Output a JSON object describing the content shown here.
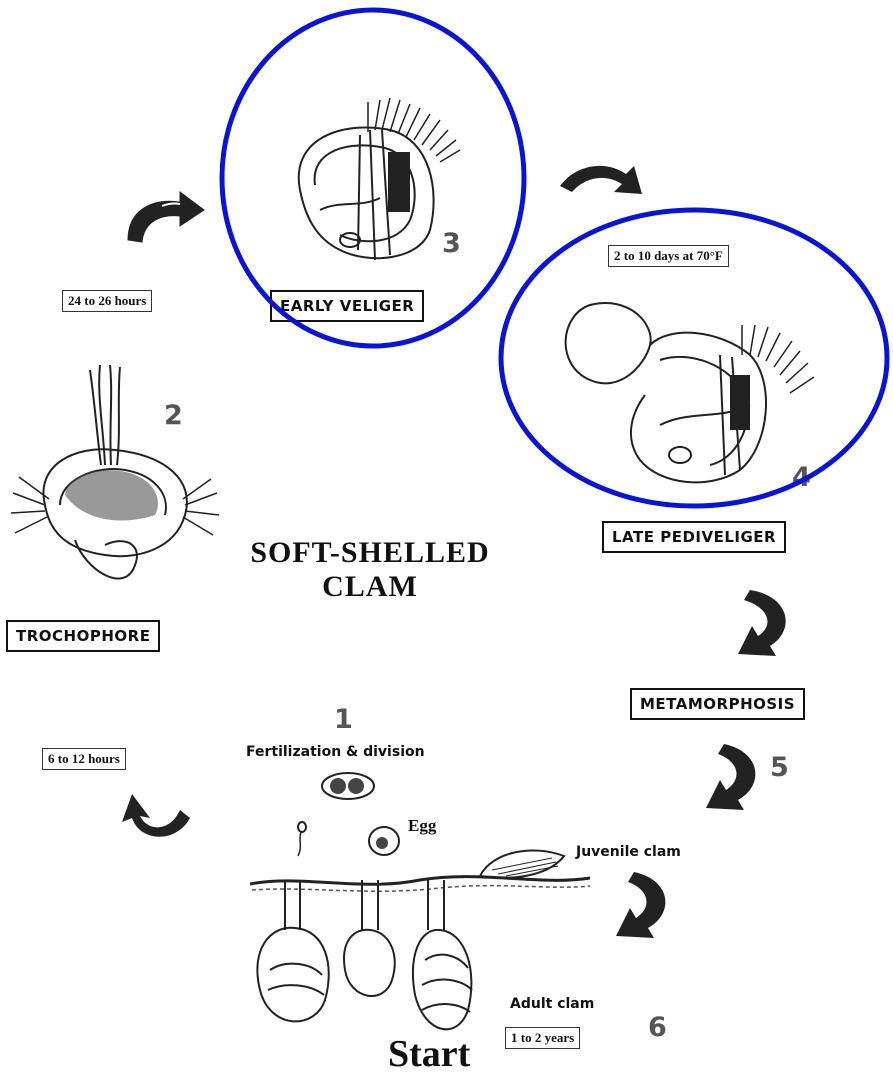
{
  "title_line1": "SOFT-SHELLED",
  "title_line2": "CLAM",
  "start_label": "Start",
  "stages": {
    "trochophore": {
      "label": "TROCHOPHORE",
      "number": "2"
    },
    "early_veliger": {
      "label": "EARLY VELIGER",
      "number": "3"
    },
    "late_pediveliger": {
      "label": "LATE PEDIVELIGER",
      "number": "4"
    },
    "metamorphosis": {
      "label": "METAMORPHOSIS",
      "number": "5"
    },
    "fertilization": {
      "label": "Fertilization & division",
      "number": "1"
    },
    "adult": {
      "label": "Adult clam",
      "number": "6"
    }
  },
  "labels": {
    "egg": "Egg",
    "juvenile": "Juvenile clam"
  },
  "durations": {
    "d_24_26": "24 to 26 hours",
    "d_2_10": "2 to 10 days at 70°F",
    "d_6_12": "6 to 12 hours",
    "d_1_2y": "1 to 2 years"
  },
  "highlight_color": "#0a14d6"
}
